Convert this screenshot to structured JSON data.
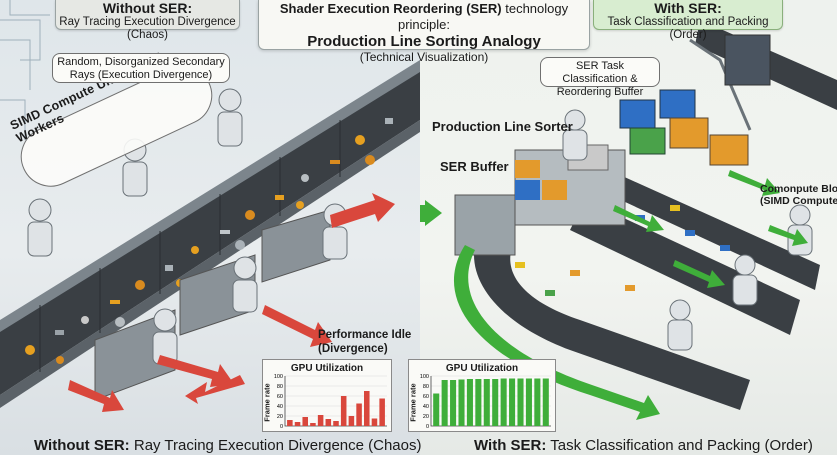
{
  "header": {
    "left_title": "Without SER:",
    "left_sub": "Ray Tracing Execution Divergence (Chaos)",
    "center_line1_bold": "Shader Execution Reordering (SER)",
    "center_line1_rest": " technology principle:",
    "center_line2": "Production Line Sorting Analogy",
    "center_line3": "(Technical Visualization)",
    "right_title": "With SER:",
    "right_sub": "Task Classification and Packing (Order)"
  },
  "left_panel": {
    "callout_random": "Random, Disorganized Secondary Rays (Execution Divergence)",
    "simd_label": "SIMD Compute Units / GPU Workers",
    "perf_idle_line1": "Performance Idle",
    "perf_idle_line2": "(Divergence)"
  },
  "right_panel": {
    "callout_task": "SER Task Classification & Reordering Buffer",
    "prod_sorter": "Production Line Sorter",
    "ser_buffer": "SER Buffer",
    "compute_blocks_line1": "Comonpute Blocks /",
    "compute_blocks_line2": "(SIMD Compute Units"
  },
  "chart_data": [
    {
      "type": "bar",
      "title": "GPU Utilization",
      "ylabel": "Frame rate",
      "ylim": [
        0,
        100
      ],
      "yticks": [
        0,
        20,
        40,
        60,
        80,
        100
      ],
      "values": [
        12,
        8,
        18,
        6,
        22,
        14,
        10,
        60,
        20,
        45,
        70,
        15,
        55
      ],
      "color": "#d9473c"
    },
    {
      "type": "bar",
      "title": "GPU Utilization",
      "ylabel": "Frame rate",
      "ylim": [
        0,
        100
      ],
      "yticks": [
        0,
        20,
        40,
        60,
        80,
        100
      ],
      "values": [
        65,
        92,
        92,
        93,
        94,
        94,
        94,
        94,
        95,
        95,
        95,
        95,
        95,
        95
      ],
      "color": "#3fae3a"
    }
  ],
  "captions": {
    "left_bold": "Without SER:",
    "left_rest": " Ray Tracing Execution Divergence (Chaos)",
    "right_bold": "With SER:",
    "right_rest": " Task Classification and Packing (Order)"
  },
  "colors": {
    "red_arrow": "#d9473c",
    "green_arrow": "#3fae3a",
    "conveyor": "#3a3f44",
    "robot": "#dfe3e6",
    "bin_blue": "#2f6fc4",
    "bin_orange": "#e39a2c",
    "bin_green": "#4aa24a"
  }
}
